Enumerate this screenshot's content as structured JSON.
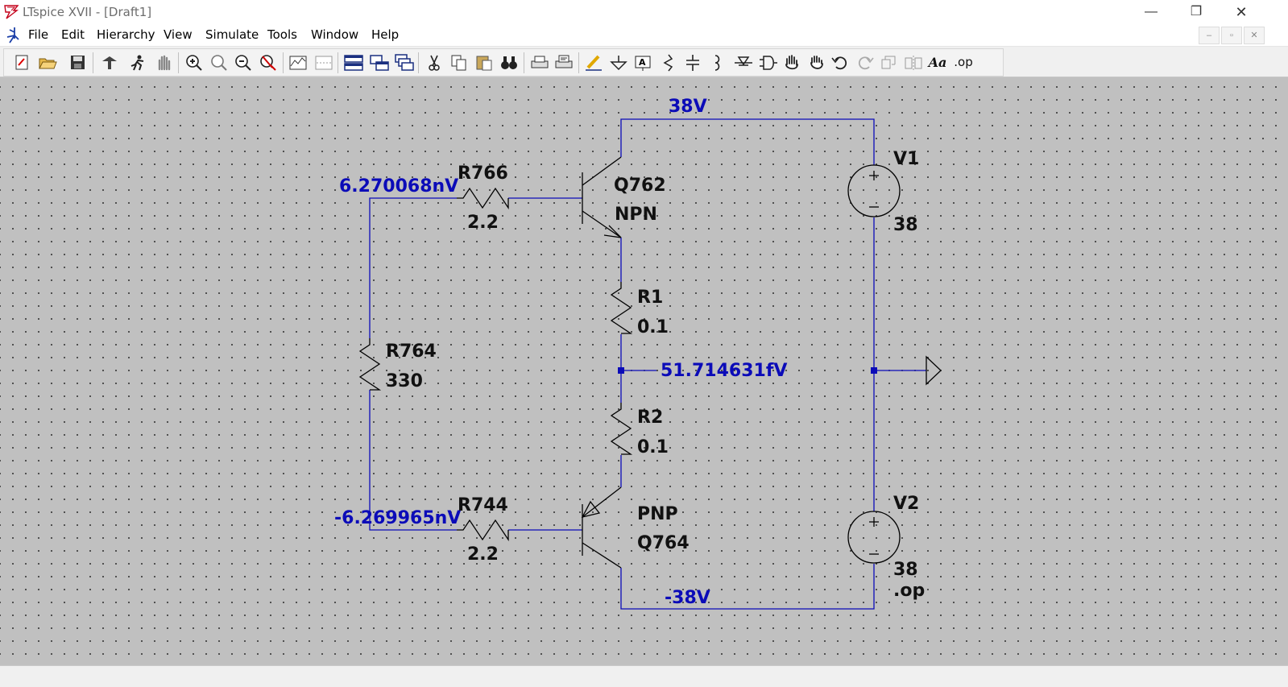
{
  "window": {
    "title": "LTspice XVII - [Draft1]",
    "controls": {
      "minimize": "—",
      "restore": "❐",
      "close": "✕"
    }
  },
  "menu": [
    {
      "label": "File"
    },
    {
      "label": "Edit"
    },
    {
      "label": "Hierarchy"
    },
    {
      "label": "View"
    },
    {
      "label": "Simulate"
    },
    {
      "label": "Tools"
    },
    {
      "label": "Window"
    },
    {
      "label": "Help"
    }
  ],
  "mdi_controls": {
    "minimize": "–",
    "restore": "▫",
    "close": "✕"
  },
  "toolbar_icons": [
    "new-schematic-icon",
    "open-icon",
    "save-icon",
    "control-panel-icon",
    "run-icon",
    "halt-icon",
    "zoom-in-icon",
    "zoom-full-icon",
    "zoom-out-icon",
    "zoom-cancel-icon",
    "autorange-icon",
    "waveform-icon",
    "tile-horizontal-icon",
    "tile-vertical-icon",
    "cascade-icon",
    "cut-icon",
    "copy-icon",
    "paste-icon",
    "find-icon",
    "print-icon",
    "print-preview-icon",
    "draw-wire-icon",
    "ground-icon",
    "label-net-icon",
    "resistor-icon",
    "capacitor-icon",
    "inductor-icon",
    "diode-icon",
    "component-icon",
    "move-icon",
    "drag-icon",
    "undo-icon",
    "redo-icon",
    "rotate-icon",
    "mirror-icon",
    "text-icon",
    "spice-directive-icon"
  ],
  "toolbar_text": {
    "text_tool": "Aa",
    "spice_directive": ".op"
  },
  "schematic": {
    "net_labels": {
      "top_rail": "38V",
      "base_top": "6.270068nV",
      "mid_node": "51.714631fV",
      "base_bottom": "-6.269965nV",
      "bottom_rail": "-38V"
    },
    "components": {
      "r766": {
        "name": "R766",
        "value": "2.2"
      },
      "r764": {
        "name": "R764",
        "value": "330"
      },
      "r744": {
        "name": "R744",
        "value": "2.2"
      },
      "r1": {
        "name": "R1",
        "value": "0.1"
      },
      "r2": {
        "name": "R2",
        "value": "0.1"
      },
      "q762": {
        "name": "Q762",
        "model": "NPN"
      },
      "q764": {
        "name": "Q764",
        "model": "PNP"
      },
      "v1": {
        "name": "V1",
        "value": "38"
      },
      "v2": {
        "name": "V2",
        "value": "38"
      }
    },
    "directive": ".op",
    "colors": {
      "wire": "#0b0bb8",
      "component": "#000000",
      "net_label": "#0b0bb8",
      "canvas": "#c0c0c0"
    }
  }
}
